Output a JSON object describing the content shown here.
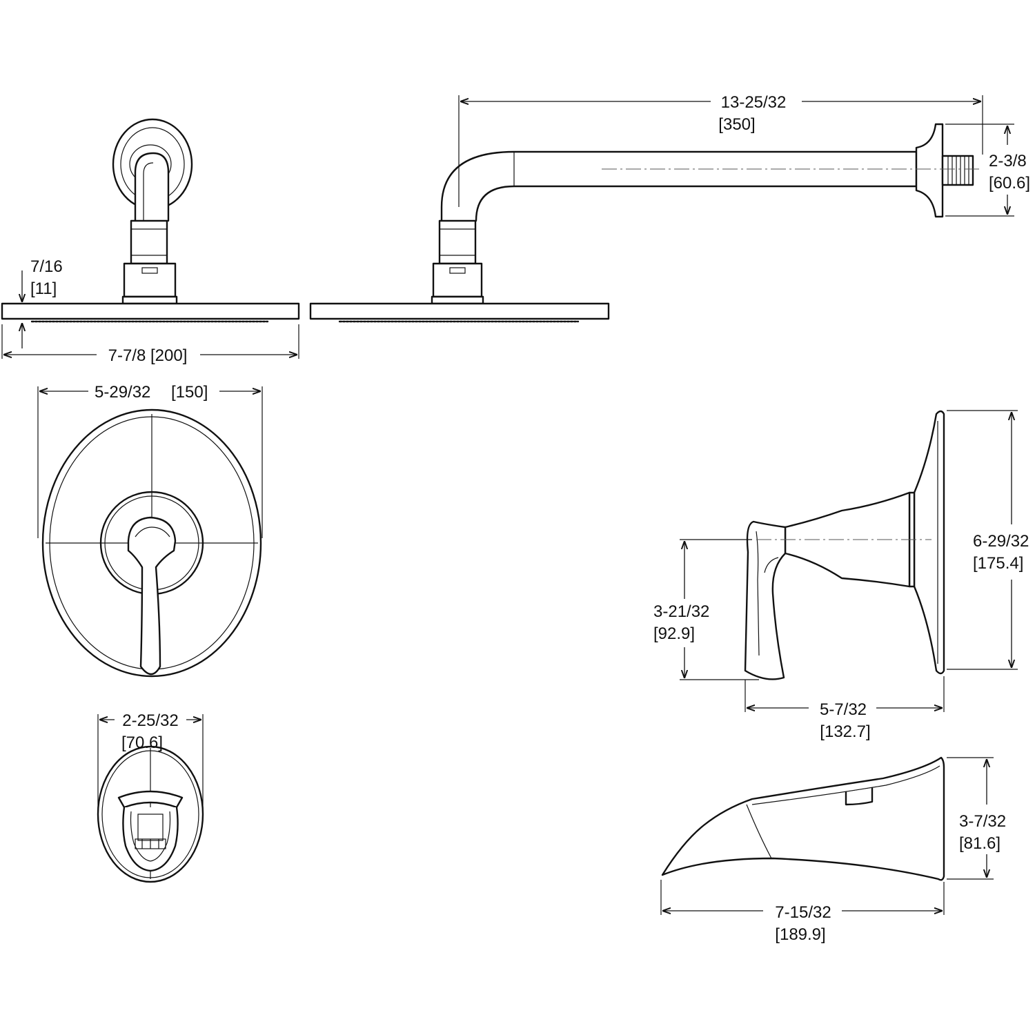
{
  "dimensions": {
    "arm_length": {
      "inch": "13-25/32",
      "mm": "[350]"
    },
    "arm_flange": {
      "inch": "2-3/8",
      "mm": "[60.6]"
    },
    "head_thickness": {
      "inch": "7/16",
      "mm": "[11]"
    },
    "head_width": {
      "inch": "7-7/8",
      "mm": "[200]"
    },
    "trim_width": {
      "inch": "5-29/32",
      "mm": "[150]"
    },
    "trim_height": {
      "inch": "6-29/32",
      "mm": "[175.4]"
    },
    "handle_height": {
      "inch": "3-21/32",
      "mm": "[92.9]"
    },
    "handle_projection": {
      "inch": "5-7/32",
      "mm": "[132.7]"
    },
    "spout_width": {
      "inch": "2-25/32",
      "mm": "[70.6]"
    },
    "spout_height": {
      "inch": "3-7/32",
      "mm": "[81.6]"
    },
    "spout_length": {
      "inch": "7-15/32",
      "mm": "[189.9]"
    }
  }
}
